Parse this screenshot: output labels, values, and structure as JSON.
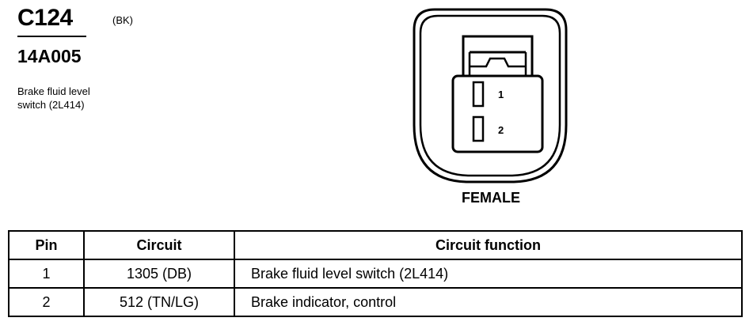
{
  "connector": {
    "id": "C124",
    "color_code": "(BK)",
    "part_number": "14A005",
    "description_line1": "Brake fluid level",
    "description_line2": "switch (2L414)"
  },
  "diagram": {
    "gender_label": "FEMALE",
    "pin_labels": [
      "1",
      "2"
    ]
  },
  "table": {
    "headers": {
      "pin": "Pin",
      "circuit": "Circuit",
      "function": "Circuit function"
    },
    "rows": [
      {
        "pin": "1",
        "circuit": "1305 (DB)",
        "function": "Brake fluid level switch (2L414)"
      },
      {
        "pin": "2",
        "circuit": "512 (TN/LG)",
        "function": "Brake indicator, control"
      }
    ]
  }
}
